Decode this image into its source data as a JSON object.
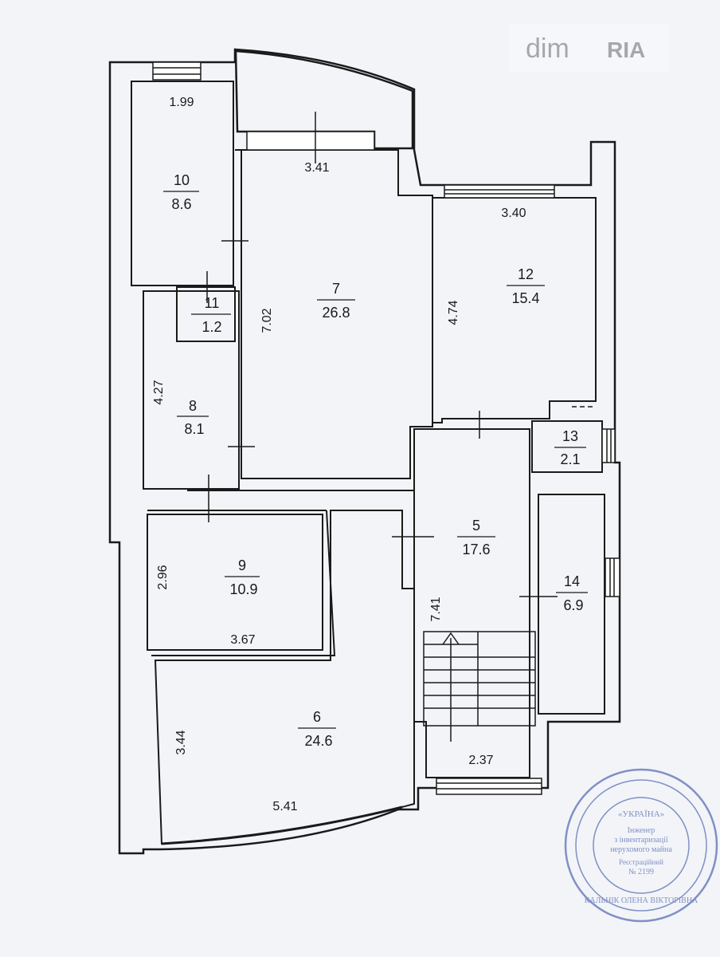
{
  "watermark": {
    "part1": "dim",
    "part2": "RIA"
  },
  "rooms": [
    {
      "id": "10",
      "number": "10",
      "area": "8.6"
    },
    {
      "id": "11",
      "number": "11",
      "area": "1.2"
    },
    {
      "id": "8",
      "number": "8",
      "area": "8.1"
    },
    {
      "id": "7",
      "number": "7",
      "area": "26.8"
    },
    {
      "id": "12",
      "number": "12",
      "area": "15.4"
    },
    {
      "id": "13",
      "number": "13",
      "area": "2.1"
    },
    {
      "id": "5",
      "number": "5",
      "area": "17.6"
    },
    {
      "id": "9",
      "number": "9",
      "area": "10.9"
    },
    {
      "id": "14",
      "number": "14",
      "area": "6.9"
    },
    {
      "id": "6",
      "number": "6",
      "area": "24.6"
    }
  ],
  "dimensions": [
    {
      "id": "d199",
      "text": "1.99"
    },
    {
      "id": "d341",
      "text": "3.41"
    },
    {
      "id": "d340",
      "text": "3.40"
    },
    {
      "id": "d702",
      "text": "7.02"
    },
    {
      "id": "d474",
      "text": "4.74"
    },
    {
      "id": "d427",
      "text": "4.27"
    },
    {
      "id": "d296",
      "text": "2.96"
    },
    {
      "id": "d367",
      "text": "3.67"
    },
    {
      "id": "d741",
      "text": "7.41"
    },
    {
      "id": "d344",
      "text": "3.44"
    },
    {
      "id": "d237",
      "text": "2.37"
    },
    {
      "id": "d541",
      "text": "5.41"
    }
  ],
  "stamp": {
    "top_line": "«УКРАЇНА»",
    "line1": "Інженер",
    "line2": "з інвентаризації",
    "line3": "нерухомого майна",
    "line4": "Реєстраційний",
    "line5": "№ 2199",
    "bottom_line": "КАЛЬНІК ОЛЕНА ВІКТОРІВНА"
  },
  "colors": {
    "ink": "#1a1a1a",
    "paper": "#f2f4f8",
    "stamp": "#5b6fb5"
  }
}
